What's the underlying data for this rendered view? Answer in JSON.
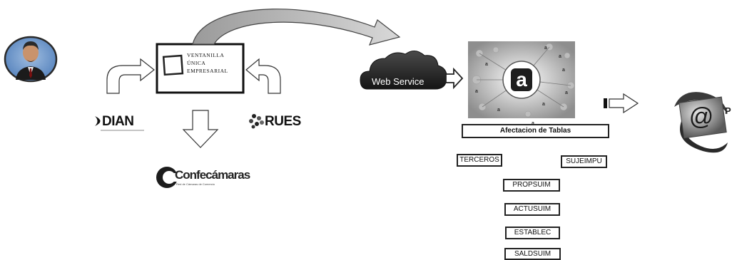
{
  "vue": {
    "line1": "VENTANILLA",
    "line2": "ÚNICA",
    "line3": "EMPRESARIAL"
  },
  "logos": {
    "dian": "DIAN",
    "rues": "RUES",
    "confecamaras": "Confecámaras",
    "confecamaras_sub": "Red de Cámaras de Comercio"
  },
  "web_service": "Web Service",
  "tables": {
    "header": "Afectacion de Tablas",
    "items": [
      "TERCEROS",
      "SUJEIMPU",
      "PROPSUIM",
      "ACTUSUIM",
      "ESTABLEC",
      "SALDSUIM"
    ]
  },
  "icons": [
    "user-avatar-icon",
    "cloud-icon",
    "app-a-icon",
    "email-at-icon"
  ]
}
